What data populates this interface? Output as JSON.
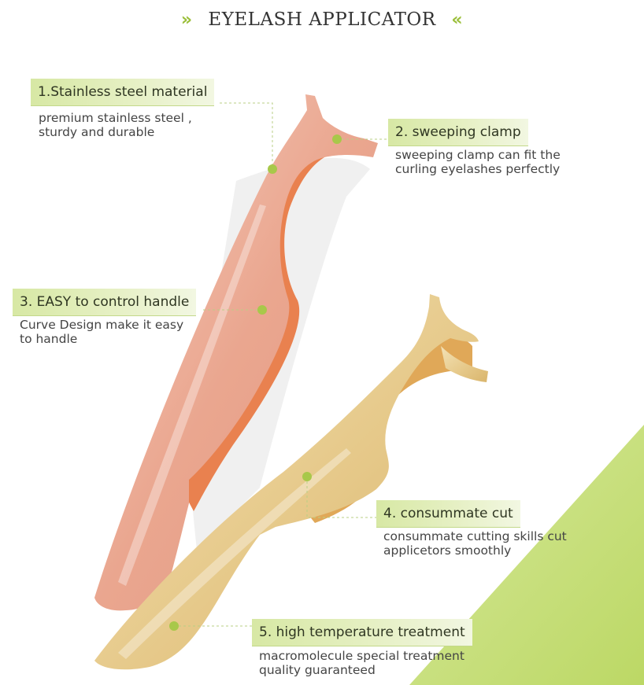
{
  "header": {
    "title": "EYELASH APPLICATOR",
    "left_icon": "double-chevron-right-icon",
    "right_icon": "double-chevron-left-icon"
  },
  "colors": {
    "accent_green": "#9bbf3a",
    "label_bg": "#d7e8a4",
    "rose_gold": "#e8a38c",
    "gold": "#e8cf92"
  },
  "features": [
    {
      "title": "1.Stainless steel material",
      "desc": [
        "premium stainless steel ,",
        "sturdy and durable"
      ]
    },
    {
      "title": "2. sweeping clamp",
      "desc": [
        "sweeping clamp can fit the",
        "curling eyelashes perfectly"
      ]
    },
    {
      "title": "3. EASY to control handle",
      "desc": [
        "Curve Design make it easy",
        "to handle"
      ]
    },
    {
      "title": "4. consummate cut",
      "desc": [
        "consummate cutting skills cut",
        "applicetors smoothly"
      ]
    },
    {
      "title": "5. high temperature treatment",
      "desc": [
        "macromolecule special treatment",
        "quality guaranteed"
      ]
    }
  ]
}
